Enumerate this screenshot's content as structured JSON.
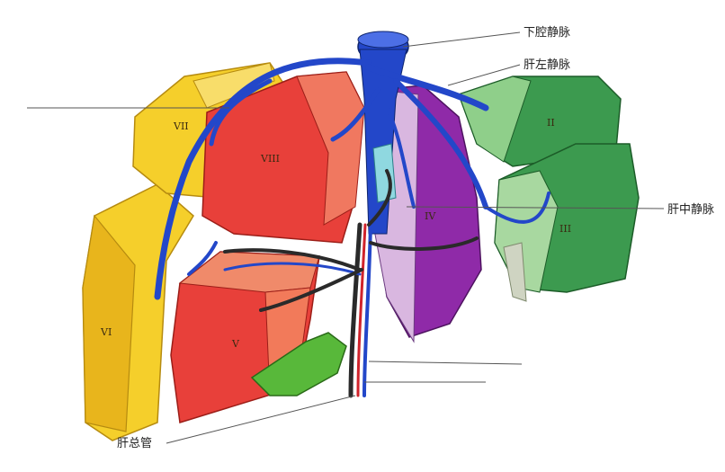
{
  "labels": {
    "ivc": "下腔静脉",
    "left_hepatic_vein": "肝左静脉",
    "middle_hepatic_vein": "肝中静脉",
    "common_hepatic_duct": "肝总管"
  },
  "segments": {
    "s2": "II",
    "s3": "III",
    "s4": "IV",
    "s5": "V",
    "s6": "VI",
    "s7": "VII",
    "s8": "VIII"
  },
  "colors": {
    "yellow": "#f5cf2b",
    "yellow_dark": "#e3b616",
    "red": "#e8403a",
    "salmon": "#ee7a5e",
    "purple": "#8f2aa8",
    "lavender": "#d9b7e0",
    "green": "#3c9a4f",
    "green_light": "#9fd39a",
    "blue": "#2347c9",
    "cyan": "#8fd8e0",
    "bile_green": "#58b83a"
  }
}
